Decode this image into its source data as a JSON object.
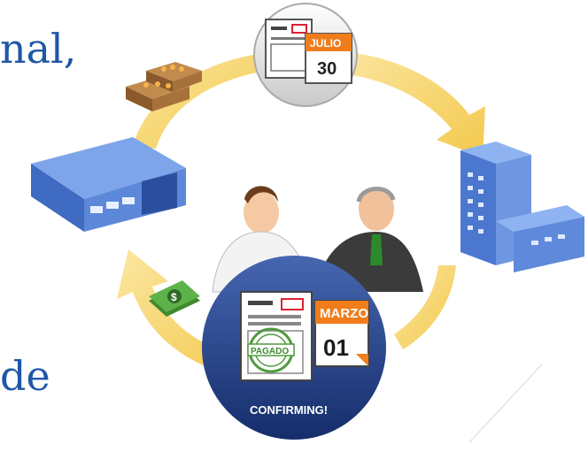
{
  "text_fragments": {
    "top": "nal,",
    "bottom": "de"
  },
  "top_calendar": {
    "month": "JULIO",
    "day": "30"
  },
  "bottom_calendar": {
    "month": "MARZO",
    "day": "01"
  },
  "stamp": "PAGADO",
  "badge": "CONFIRMING!",
  "money_symbol": "$",
  "colors": {
    "arrow_yellow": "#f6d36a",
    "navy_circle": "#1f3e86",
    "building_blue": "#4a78d0",
    "calendar_orange": "#f07d1c",
    "stamp_green": "#4f9a3e",
    "text_blue": "#1f57a8"
  }
}
